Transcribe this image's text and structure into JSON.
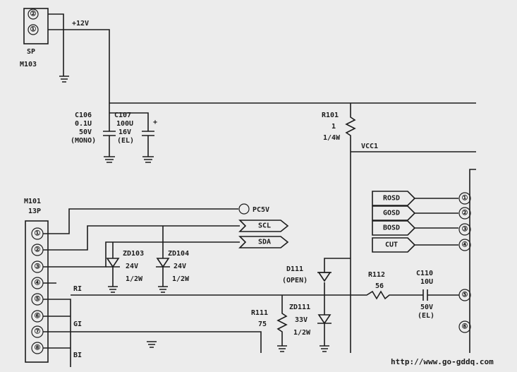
{
  "connector_sp": {
    "ref": "M103",
    "label": "SP",
    "pins": [
      "②",
      "①"
    ]
  },
  "supply_label": "+12V",
  "capacitors": [
    {
      "ref": "C106",
      "value": "0.1U",
      "rating": "50V",
      "type": "(MONO)"
    },
    {
      "ref": "C107",
      "value": "100U",
      "rating": "16V",
      "type": "(EL)",
      "polarity": "+"
    }
  ],
  "resistor_r101": {
    "ref": "R101",
    "value": "1",
    "power": "1/4W"
  },
  "vcc_label": "VCC1",
  "osd_tags": [
    "ROSD",
    "GOSD",
    "BOSD",
    "CUT"
  ],
  "osd_connector_pins": [
    "①",
    "②",
    "③",
    "④",
    "⑤",
    "⑥"
  ],
  "connector_main": {
    "ref": "M101",
    "label": "13P",
    "pins": [
      "①",
      "②",
      "③",
      "④",
      "⑤",
      "⑥",
      "⑦",
      "⑧"
    ]
  },
  "signal_tags": [
    "PC5V",
    "SCL",
    "SDA"
  ],
  "zeners": [
    {
      "ref": "ZD103",
      "voltage": "24V",
      "power": "1/2W"
    },
    {
      "ref": "ZD104",
      "voltage": "24V",
      "power": "1/2W"
    },
    {
      "ref": "ZD111",
      "voltage": "33V",
      "power": "1/2W"
    }
  ],
  "net_labels": [
    "RI",
    "GI",
    "BI"
  ],
  "diode_d111": {
    "ref": "D111",
    "note": "(OPEN)"
  },
  "resistor_r112": {
    "ref": "R112",
    "value": "56"
  },
  "resistor_r111": {
    "ref": "R111",
    "value": "75"
  },
  "cap_c110": {
    "ref": "C110",
    "value": "10U",
    "rating": "50V",
    "type": "(EL)"
  },
  "watermark": "http://www.go-gddq.com"
}
